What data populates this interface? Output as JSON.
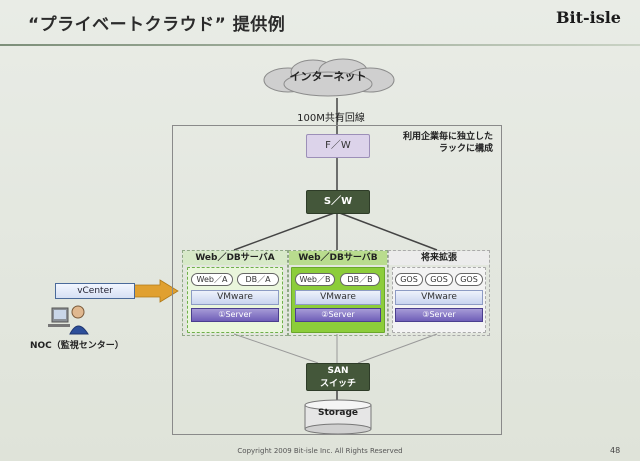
{
  "header": {
    "title": "“プライベートクラウド” 提供例",
    "logo_text": "Bit-isle"
  },
  "diagram": {
    "internet": "インターネット",
    "bandwidth": "100M共有回線",
    "note_line1": "利用企業毎に独立した",
    "note_line2": "ラックに構成",
    "fw": "F／W",
    "sw": "S／W",
    "groups": [
      {
        "title": "Web／DBサーバA",
        "vms": [
          "Web／A",
          "DB／A"
        ],
        "vmware": "VMware",
        "server": "①Server"
      },
      {
        "title": "Web／DBサーバB",
        "vms": [
          "Web／B",
          "DB／B"
        ],
        "vmware": "VMware",
        "server": "②Server"
      },
      {
        "title": "将来拡張",
        "vms": [
          "GOS",
          "GOS",
          "GOS"
        ],
        "vmware": "VMware",
        "server": "③Server"
      }
    ],
    "vcenter": "vCenter",
    "noc": "NOC（監視センター）",
    "san_line1": "SAN",
    "san_line2": "スイッチ",
    "storage": "Storage"
  },
  "footer": {
    "copyright": "Copyright 2009 Bit-isle Inc. All Rights Reserved",
    "page": "48"
  },
  "colors": {
    "dark_green": "#44573a",
    "fw_purple": "#dcd3ea",
    "server_purple": "#6f5fb8",
    "arrow_orange": "#e0a030"
  }
}
